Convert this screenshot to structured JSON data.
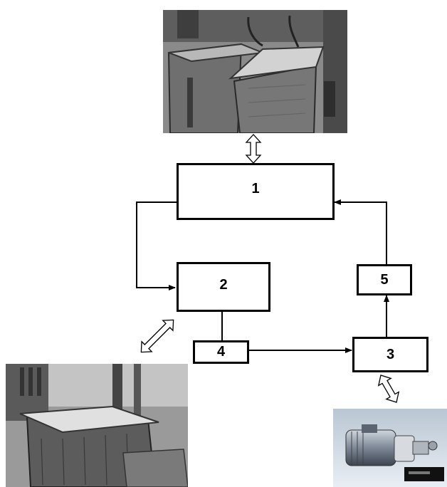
{
  "blocks": {
    "b1": {
      "label": "1"
    },
    "b2": {
      "label": "2"
    },
    "b3": {
      "label": "3"
    },
    "b4": {
      "label": "4"
    },
    "b5": {
      "label": "5"
    }
  },
  "photos": [
    {
      "id": "top",
      "subject": "tank-photo-icon"
    },
    {
      "id": "bottom-left",
      "subject": "tank-photo-icon"
    },
    {
      "id": "bottom-right",
      "subject": "motor-pump-photo-icon"
    }
  ],
  "colors": {
    "line": "#000000",
    "background": "#ffffff"
  }
}
